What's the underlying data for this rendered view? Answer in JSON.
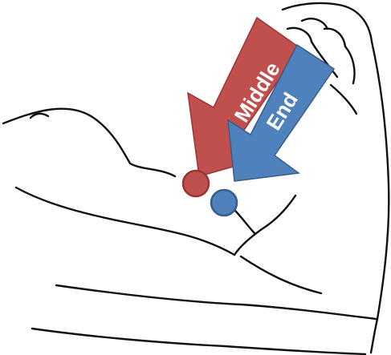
{
  "arrows": [
    {
      "label": "Middle",
      "color": "#c0504d",
      "edge": "#9b3532"
    },
    {
      "label": "End",
      "color": "#4f81bd",
      "edge": "#385d8a"
    }
  ],
  "markers": [
    {
      "name": "middle-point",
      "color": "#c0504d",
      "edge": "#9b3532"
    },
    {
      "name": "end-point",
      "color": "#4f81bd",
      "edge": "#385d8a"
    }
  ],
  "figure": {
    "subject": "flexed-arm-outline",
    "line_color": "#111111",
    "background": "#ffffff"
  }
}
